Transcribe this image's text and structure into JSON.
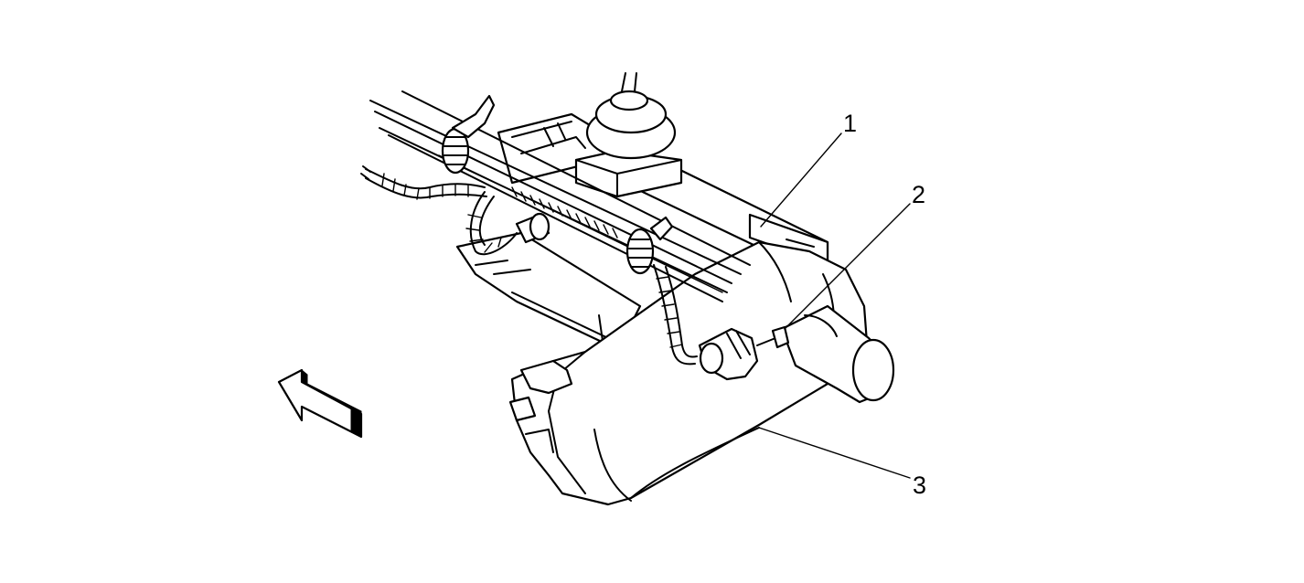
{
  "diagram": {
    "callouts": [
      {
        "number": "1"
      },
      {
        "number": "2"
      },
      {
        "number": "3"
      }
    ],
    "colors": {
      "line": "#000000",
      "background": "#ffffff"
    },
    "icons": [
      "front-direction-arrow-icon"
    ]
  }
}
